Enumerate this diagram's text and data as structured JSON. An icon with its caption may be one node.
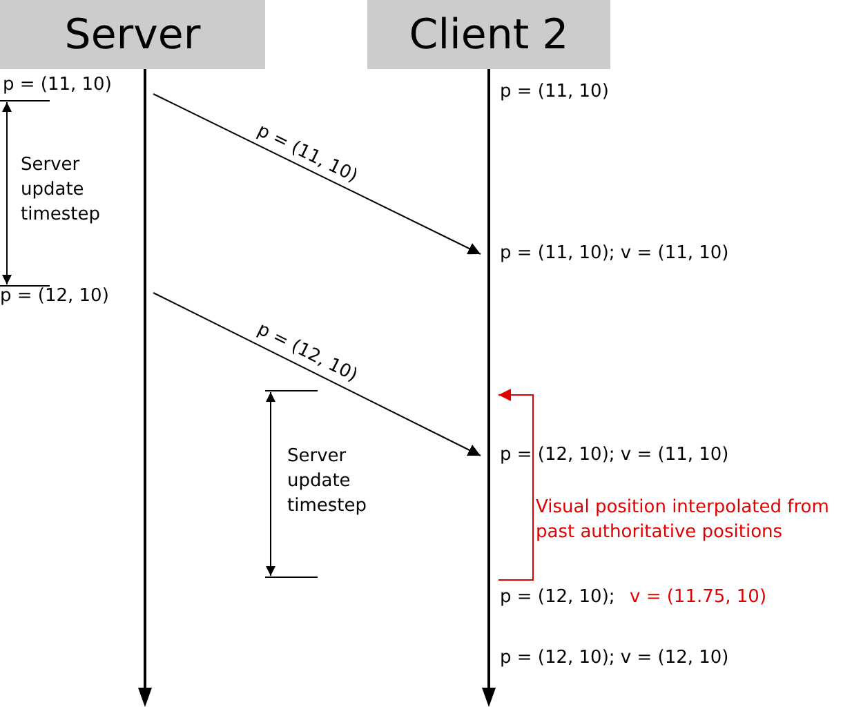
{
  "diagram": {
    "nodes": [
      {
        "text": [
          "Server"
        ]
      },
      {
        "text": [
          "Client 2"
        ]
      },
      {
        "text": [],
        "shape": "bar"
      },
      {
        "text": [],
        "shape": "bar"
      }
    ],
    "edges": [
      {
        "from": 2,
        "to": 3,
        "arrow": "to",
        "label": "p = (11, 10)"
      },
      {
        "from": 2,
        "to": 3,
        "arrow": "to",
        "label": "p = (12, 10)"
      }
    ],
    "labels": [
      "p = (11, 10)",
      "p = (11, 10)",
      "Server update timestep",
      "p = (11, 10); v = (11, 10)",
      "p = (12, 10)",
      "p = (12, 10); v = (11, 10)",
      "Server update timestep",
      "Visual position interpolated from past authoritative positions",
      "p = (12, 10);",
      "v = (11.75, 10)",
      "p = (12, 10); v = (12, 10)"
    ]
  }
}
